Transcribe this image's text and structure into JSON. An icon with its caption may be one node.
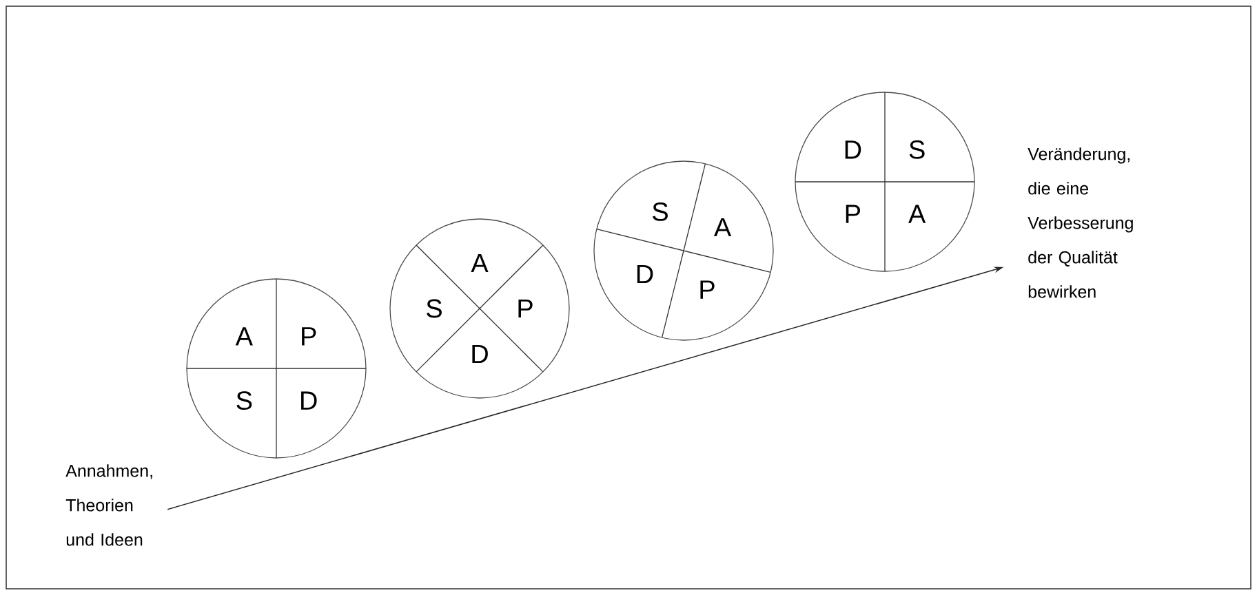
{
  "diagram": {
    "nodes": [
      {
        "text": [
          "A",
          "P",
          "S",
          "D"
        ]
      },
      {
        "text": [
          "A",
          "S",
          "P",
          "D"
        ]
      },
      {
        "text": [
          "S",
          "A",
          "D",
          "P"
        ]
      },
      {
        "text": [
          "D",
          "S",
          "P",
          "A"
        ]
      },
      {
        "text": [
          "Annahmen, Theorien und Ideen"
        ]
      },
      {
        "text": [
          "Veränderung, die eine Verbesserung der Qualität bewirken"
        ]
      }
    ],
    "edges": [
      {
        "from": 4,
        "to": 5,
        "arrow": "to"
      }
    ]
  }
}
